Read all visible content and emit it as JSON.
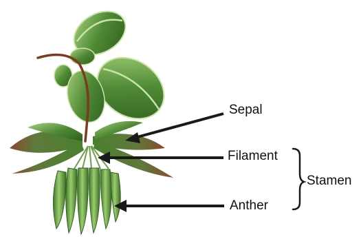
{
  "labels": {
    "sepal": "Sepal",
    "filament": "Filament",
    "anther": "Anther",
    "stamen": "Stamen"
  },
  "colors": {
    "leaf_dark": "#2f5e22",
    "leaf_mid": "#4f8a34",
    "leaf_light": "#8fc06a",
    "leaf_highlight": "#c9e3a8",
    "stem_brown": "#7a3b1e",
    "leaf_brown": "#8a4a2c",
    "pointer": "#1a1a1a"
  }
}
